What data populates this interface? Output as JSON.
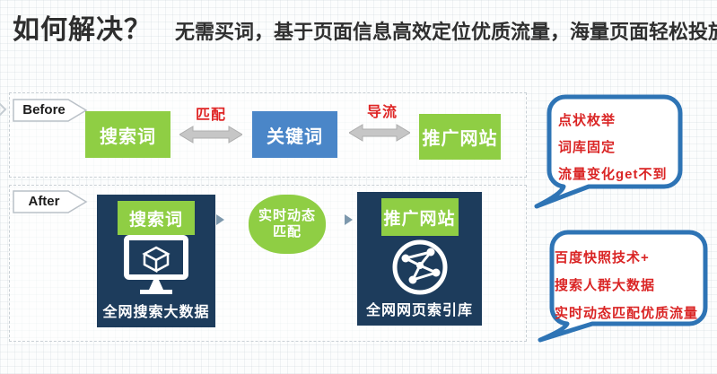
{
  "header": {
    "title": "如何解决？",
    "subtitle": "无需买词，基于页面信息高效定位优质流量，海量页面轻松投放"
  },
  "before": {
    "label": "Before",
    "boxes": [
      {
        "text": "搜索词",
        "color": "#8fce44"
      },
      {
        "text": "关键词",
        "color": "#4a86c8"
      },
      {
        "text": "推广网站",
        "color": "#8fce44"
      }
    ],
    "arrows": [
      {
        "label": "匹配"
      },
      {
        "label": "导流"
      }
    ]
  },
  "after": {
    "label": "After",
    "left_card": {
      "header": "搜索词",
      "icon": "monitor-cube-icon",
      "caption": "全网搜索大数据"
    },
    "center_badge": {
      "line1": "实时动态",
      "line2": "匹配"
    },
    "right_card": {
      "header": "推广网站",
      "icon": "globe-network-icon",
      "caption": "全网网页索引库"
    }
  },
  "callouts": [
    {
      "lines": [
        "点状枚举",
        "词库固定",
        "流量变化get不到"
      ]
    },
    {
      "lines": [
        "百度快照技术+",
        "搜索人群大数据",
        "实时动态匹配优质流量"
      ]
    }
  ],
  "colors": {
    "green": "#8fce44",
    "blue_box": "#4a86c8",
    "navy_card": "#1d3c5c",
    "red_text": "#da2525",
    "bubble_border": "#2e74b5",
    "arrow_gray": "#c6c6c6",
    "heading_text": "#2e2e2e"
  }
}
